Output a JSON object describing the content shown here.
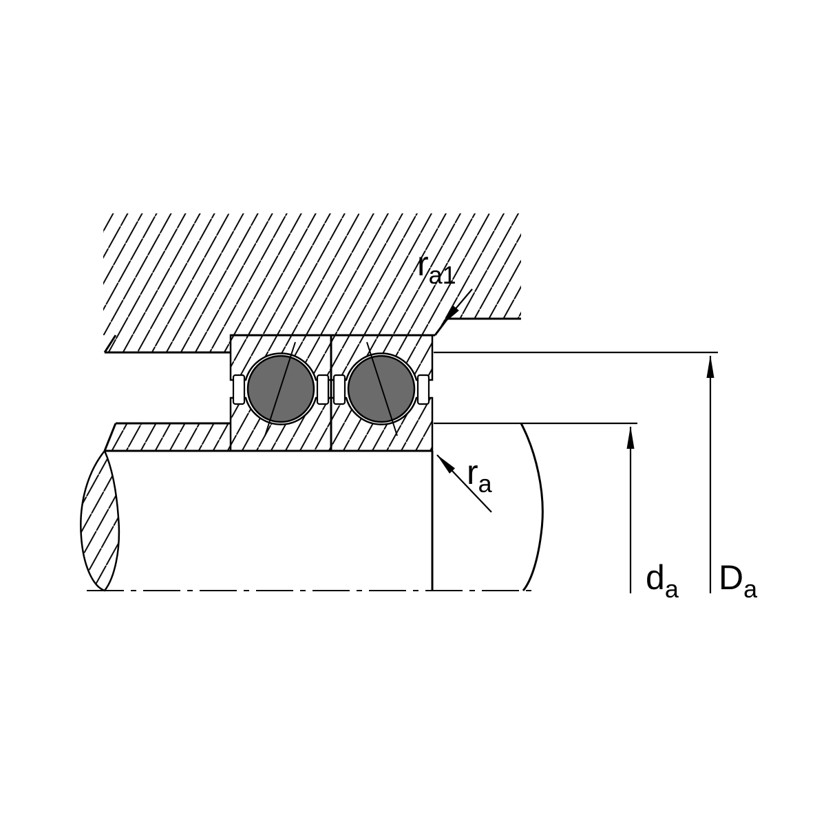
{
  "labels": {
    "ra1": {
      "main": "r",
      "sub": "a1"
    },
    "ra": {
      "main": "r",
      "sub": "a"
    },
    "da": {
      "main": "d",
      "sub": "a"
    },
    "Da": {
      "main": "D",
      "sub": "a"
    }
  },
  "colors": {
    "line": "#000000",
    "ball_fill": "#6b6b6b",
    "background": "#ffffff"
  }
}
